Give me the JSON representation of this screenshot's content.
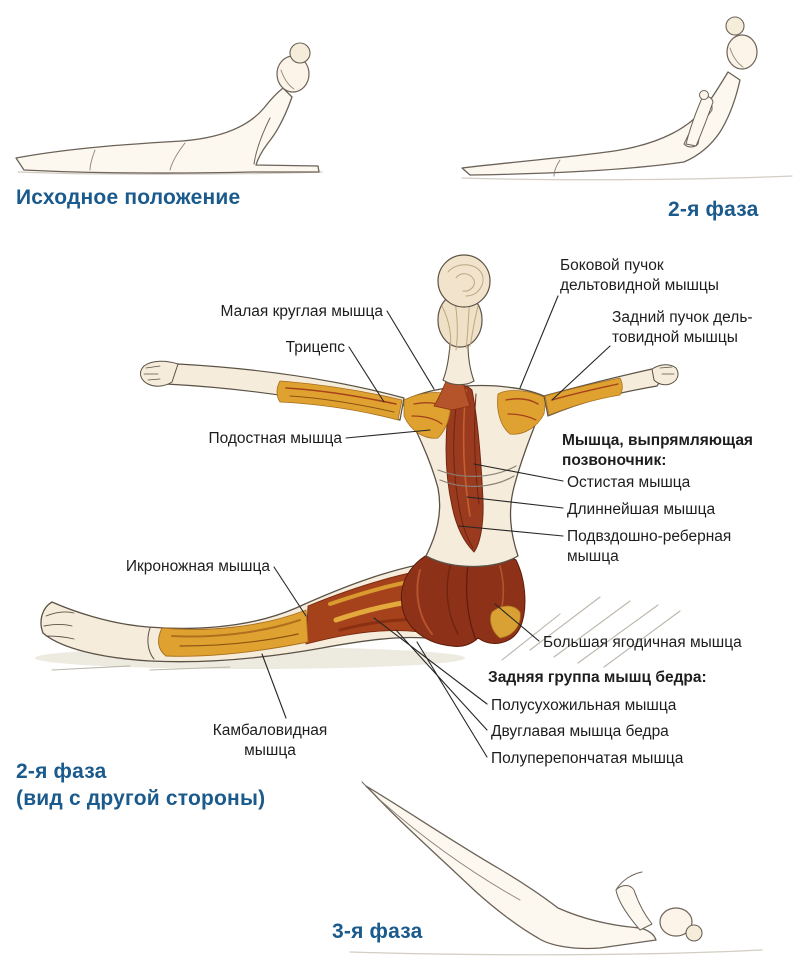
{
  "headings": {
    "start_position": "Исходное положение",
    "phase2": "2-я фаза",
    "phase2_side_line1": "2-я фаза",
    "phase2_side_line2": "(вид с другой стороны)",
    "phase3": "3-я фаза"
  },
  "muscle_labels": {
    "left": {
      "teres_minor": "Малая круглая мышца",
      "triceps": "Трицепс",
      "infraspinatus": "Подостная мышца",
      "gastrocnemius": "Икроножная мышца",
      "soleus_line1": "Камбаловидная",
      "soleus_line2": "мышца"
    },
    "right": {
      "lateral_deltoid_line1": "Боковой пучок",
      "lateral_deltoid_line2": "дельтовидной мышцы",
      "posterior_deltoid_line1": "Задний пучок дель-",
      "posterior_deltoid_line2": "товидной мышцы",
      "erector_header_line1": "Мышца, выпрямляющая",
      "erector_header_line2": "позвоночник:",
      "spinalis": "Остистая мышца",
      "longissimus": "Длиннейшая мышца",
      "iliocostalis_line1": "Подвздошно-реберная",
      "iliocostalis_line2": "мышца",
      "gluteus_maximus": "Большая ягодичная мышца",
      "hamstrings_header": "Задняя группа мышц бедра:",
      "semitendinosus": "Полусухожильная мышца",
      "biceps_femoris": "Двуглавая мышца бедра",
      "semimembranosus": "Полуперепончатая мышца"
    }
  },
  "colors": {
    "heading_blue": "#1a5a8c",
    "label_text": "#1d1d1d",
    "skin": "#f6ecdc",
    "outline": "#5b5246",
    "muscle_gold": "#dfa231",
    "muscle_red": "#a5421c",
    "muscle_deep_red": "#8e3119"
  }
}
